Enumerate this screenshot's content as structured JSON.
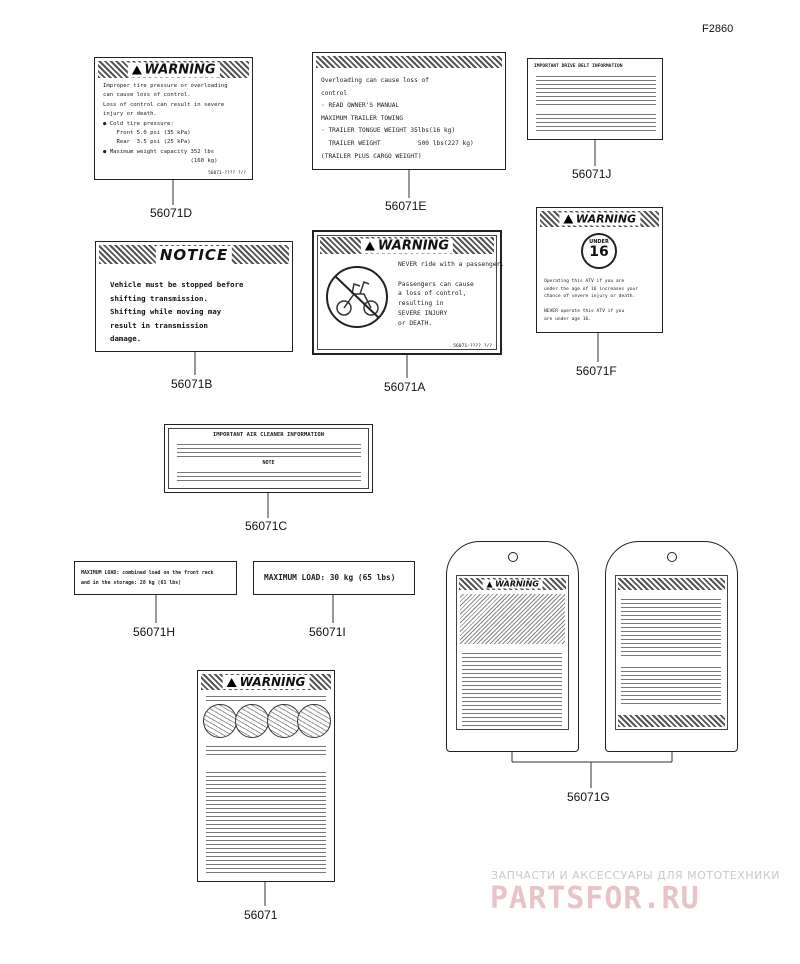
{
  "diagram_code": "F2860",
  "labels": {
    "d": {
      "part_number": "56071D",
      "heading": "WARNING",
      "body": "Improper tire pressure or overloading\ncan cause loss of control.\nLoss of control can result in severe\ninjury or death.\n● Cold tire pressure:\n    Front 5.0 psi (35 kPa)\n    Rear  3.5 psi (25 kPa)\n● Maximum weight capacity 352 lbs\n                          (160 kg)",
      "code": "56071-???? ?/?"
    },
    "e": {
      "part_number": "56071E",
      "body": "Overloading can cause loss of\ncontrol\n· READ OWNER'S MANUAL\nMAXIMUM TRAILER TOWING\n· TRAILER TONGUE WEIGHT 35lbs(16 kg)\n  TRAILER WEIGHT          500 lbs(227 kg)\n(TRAILER PLUS CARGO WEIGHT)"
    },
    "j": {
      "part_number": "56071J",
      "heading": "IMPORTANT DRIVE BELT INFORMATION"
    },
    "b": {
      "part_number": "56071B",
      "heading": "NOTICE",
      "body": "Vehicle must be stopped before\nshifting transmission.\nShifting while moving may\nresult in transmission\ndamage."
    },
    "a": {
      "part_number": "56071A",
      "heading": "WARNING",
      "body": "NEVER ride with a passenger.\n\nPassengers can cause\na loss of control,\nresulting in\nSEVERE INJURY\nor DEATH.",
      "code": "56071-???? ?/?"
    },
    "f": {
      "part_number": "56071F",
      "heading": "WARNING",
      "badge": "16",
      "badge_text": "UNDER",
      "body": "Operating this ATV if you are\nunder the age of 16 increases your\nchance of severe injury or death.\n\nNEVER operate this ATV if you\nare under age 16."
    },
    "c": {
      "part_number": "56071C",
      "heading": "IMPORTANT AIR CLEANER INFORMATION",
      "note": "NOTE"
    },
    "h": {
      "part_number": "56071H",
      "body": "MAXIMUM LOAD: combined load on the front rack\nand in the storage: 28 kg (61 lbs)"
    },
    "i": {
      "part_number": "56071I",
      "body": "MAXIMUM LOAD: 30 kg (65 lbs)"
    },
    "main": {
      "part_number": "56071",
      "heading": "WARNING"
    },
    "g": {
      "part_number": "56071G",
      "left_heading": "WARNING"
    }
  },
  "watermark": {
    "tagline": "ЗАПЧАСТИ И АКСЕССУАРЫ ДЛЯ МОТОТЕХНИКИ",
    "brand": "PARTSFOR.RU"
  }
}
